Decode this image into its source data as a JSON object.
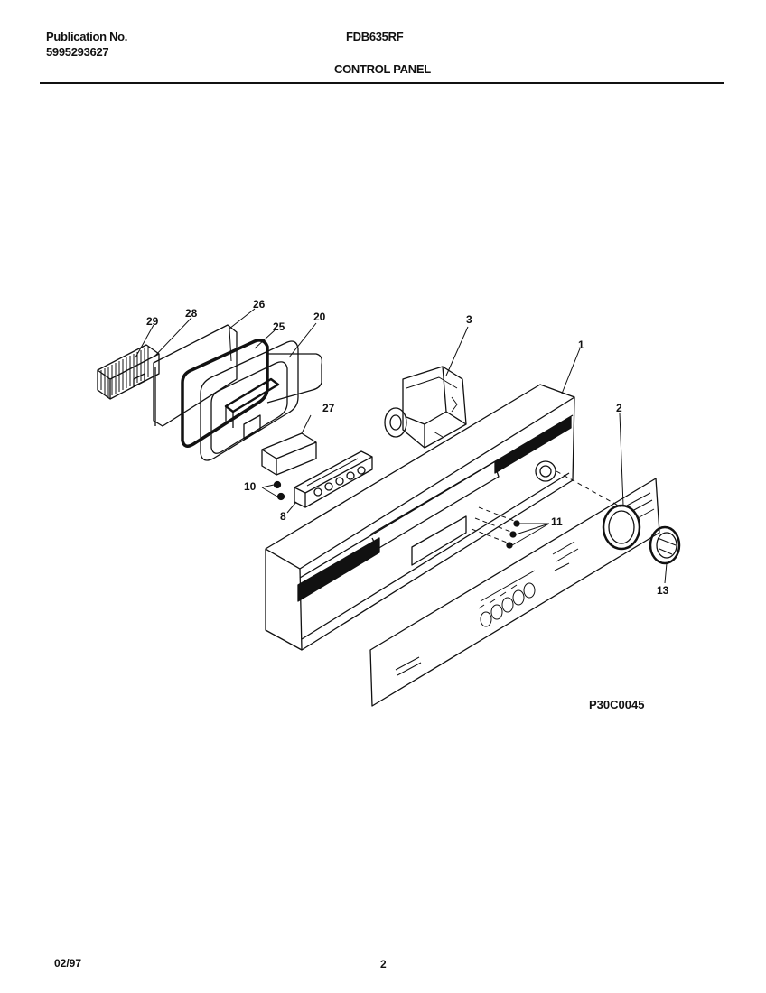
{
  "header": {
    "publication_label": "Publication No.",
    "publication_number": "5995293627",
    "model": "FDB635RF",
    "section_title": "CONTROL PANEL"
  },
  "diagram": {
    "drawing_code": "P30C0045",
    "callouts": {
      "c1": "1",
      "c2": "2",
      "c3": "3",
      "c8": "8",
      "c10": "10",
      "c11": "11",
      "c13": "13",
      "c20": "20",
      "c25": "25",
      "c26": "26",
      "c27": "27",
      "c28": "28",
      "c29": "29"
    }
  },
  "footer": {
    "date": "02/97",
    "page_number": "2"
  }
}
